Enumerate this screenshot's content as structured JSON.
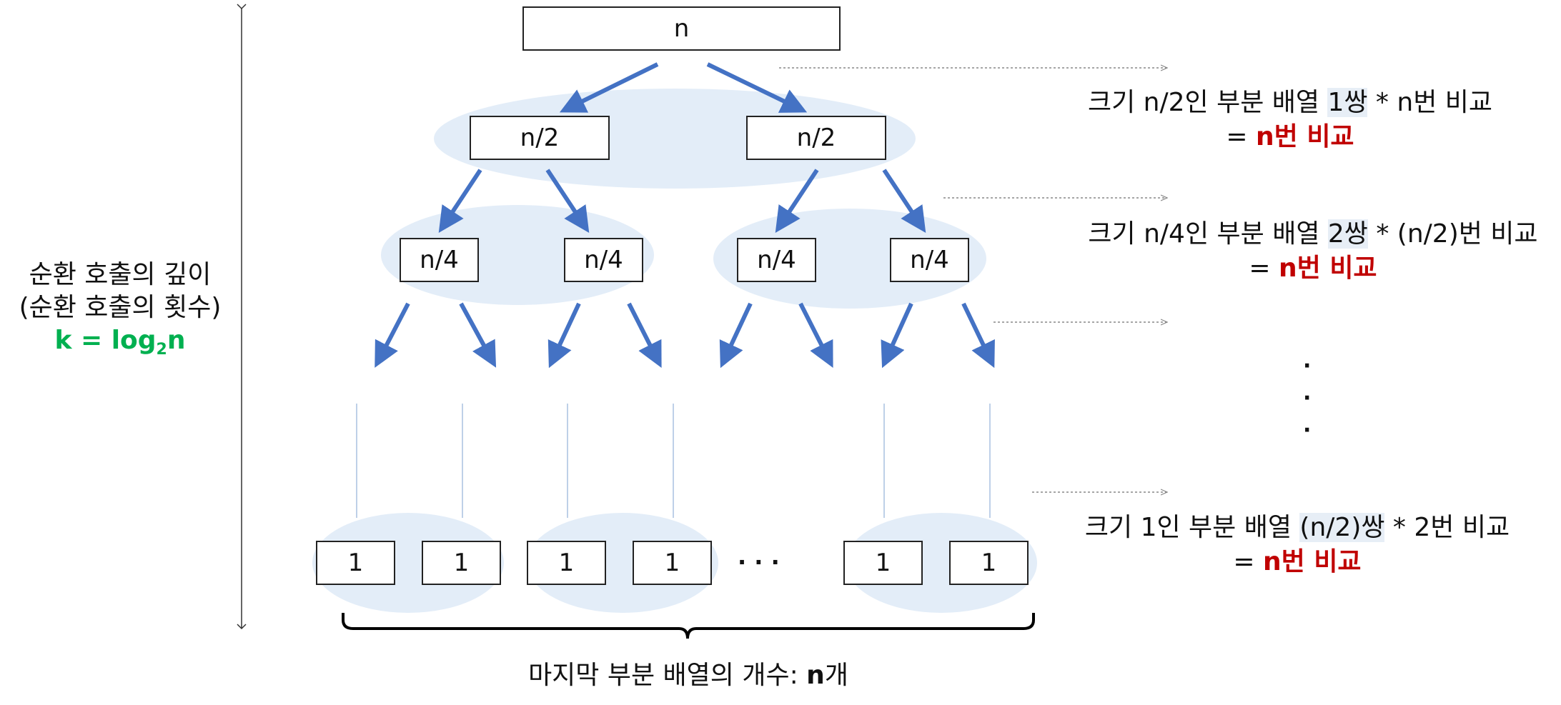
{
  "tree": {
    "root_label": "n",
    "level1_label": "n/2",
    "level2_label": "n/4",
    "leaf_label": "1",
    "leaf_ellipsis": "· · ·",
    "vertical_ellipsis": "·"
  },
  "depth": {
    "line1": "순환 호출의 깊이",
    "line2": "(순환 호출의 횟수)",
    "formula_prefix": "k = log",
    "formula_sub": "2",
    "formula_suffix": "n"
  },
  "right_notes": [
    {
      "pre": "크기 n/2인 부분 배열 ",
      "hl": "1쌍",
      "post": " * n번 비교",
      "eq": "= ",
      "result": "n번 비교"
    },
    {
      "pre": "크기 n/4인 부분 배열 ",
      "hl": "2쌍",
      "post": " * (n/2)번 비교",
      "eq": "= ",
      "result": "n번 비교"
    },
    {
      "pre": "크기 1인 부분 배열 ",
      "hl": "(n/2)쌍",
      "post": " * 2번 비교",
      "eq": "= ",
      "result": "n번 비교"
    }
  ],
  "bottom": {
    "pre": "마지막 부분 배열의 개수: ",
    "bold": "n",
    "post": "개"
  },
  "colors": {
    "arrow": "#4472c4",
    "ellipse": "#e3edf8",
    "result_red": "#c00000",
    "formula_green": "#00b050"
  }
}
